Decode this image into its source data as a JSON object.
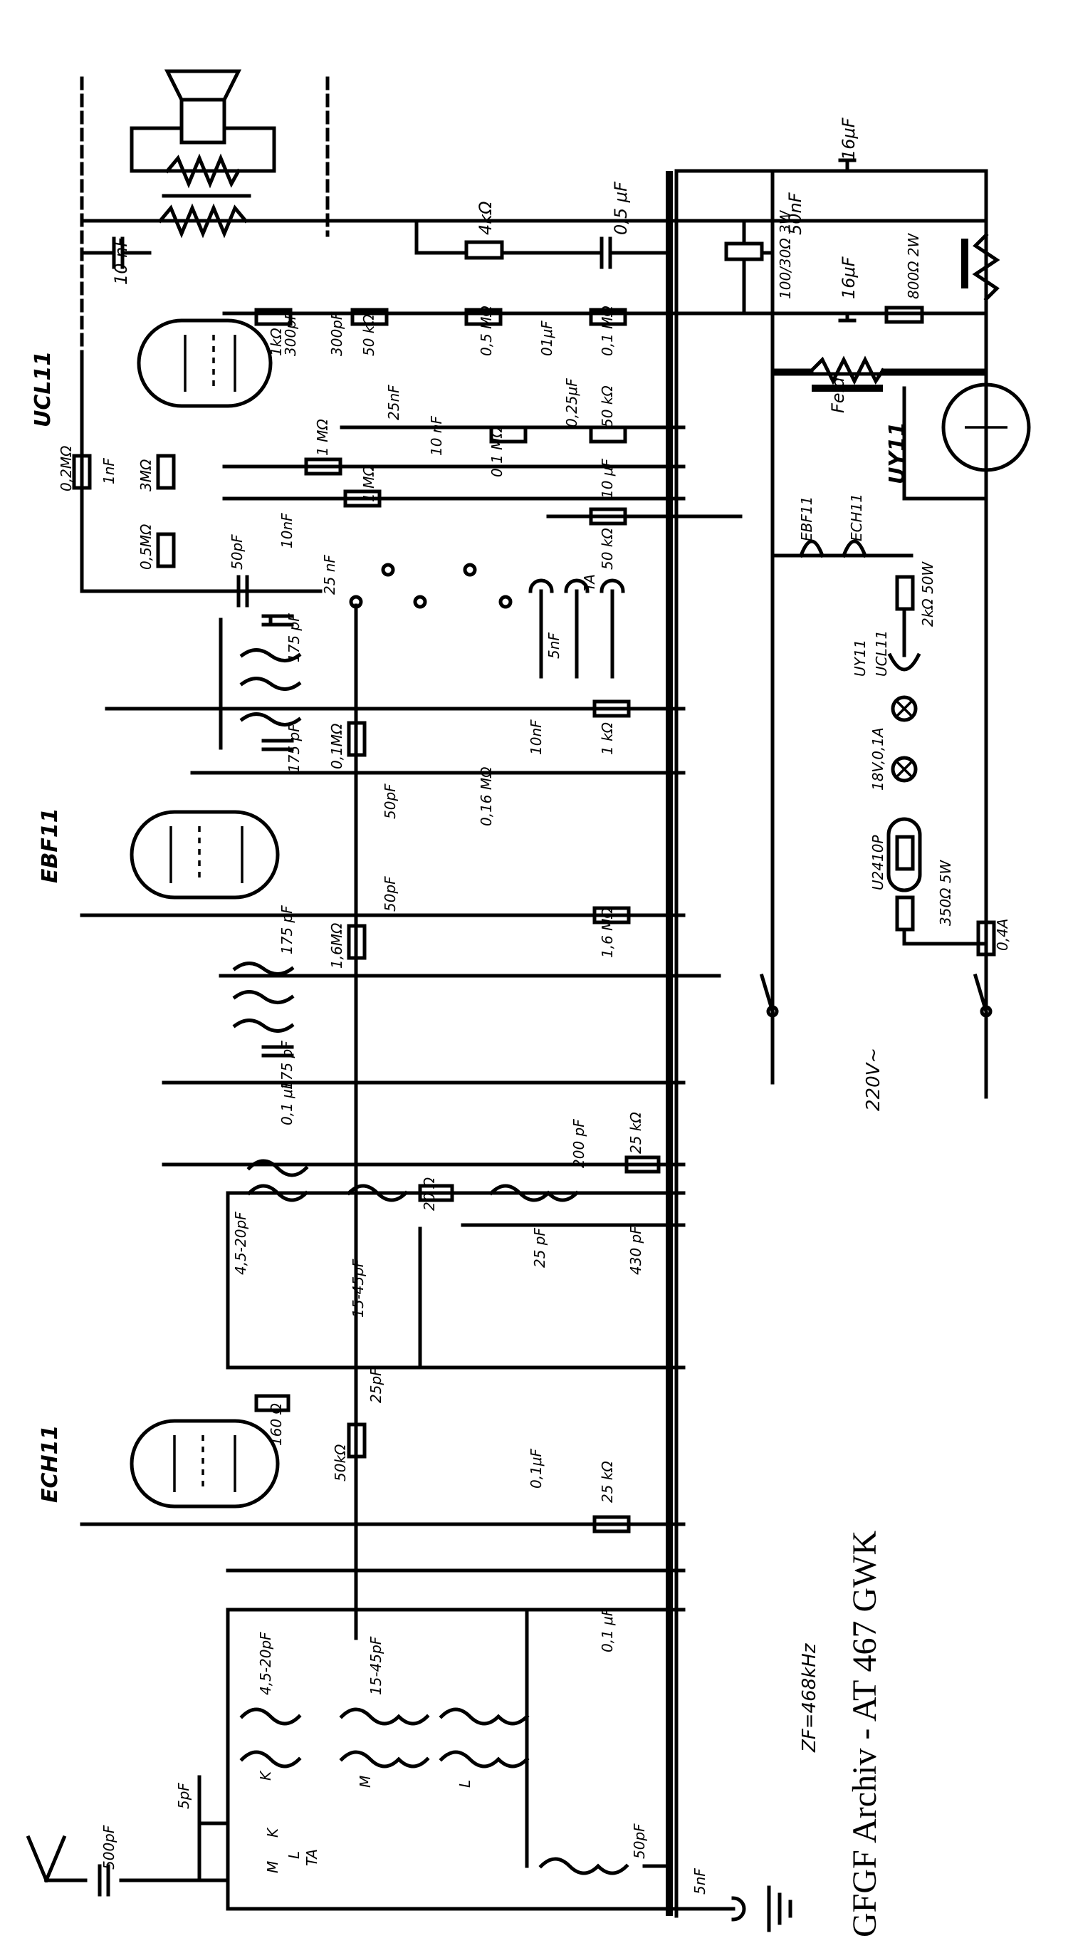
{
  "tubes": {
    "ucl": "UCL11",
    "ebf": "EBF11",
    "ech": "ECH11",
    "uy": "UY11"
  },
  "archive_title": "GFGF Archiv - AT 467 GWK",
  "if_note": "ZF=468kHz",
  "mains_voltage": "220V~",
  "fuse": "0,4A",
  "field_coil": "Feld",
  "heater_chain": [
    "2kΩ 50W",
    "UCL11",
    "UY11",
    "18V,0,1A",
    "U2410P",
    "350Ω 5W"
  ],
  "labels": {
    "c10nf_top": "10 nF",
    "c50nf": "50nF",
    "c16uf_a": "16μF",
    "c16uf_b": "16μF",
    "c05uf": "0,5 μF",
    "r4k": "4kΩ",
    "r100_30": "100/30Ω 3W",
    "r800": "800Ω 2W",
    "r1k": "1kΩ",
    "c300a": "300pF",
    "c300b": "300pF",
    "r50k_a": "50 kΩ",
    "r05m": "0,5 MΩ",
    "c01uf": "01μF",
    "r01m_a": "0,1 MΩ",
    "c25nf": "25nF",
    "c025uf": "0,25μF",
    "r50_b": "50 kΩ",
    "c10nf_b": "10 nF",
    "r01m_b": "0,1 MΩ",
    "c10uf": "10 μF",
    "r1m_a": "1 MΩ",
    "r1m_b": "1 MΩ",
    "c10nf_c": "10nF",
    "r50k_c": "50 kΩ",
    "r02m": "0,2MΩ",
    "c1nf": "1nF",
    "r3m": "3MΩ",
    "r05m_b": "0,5MΩ",
    "c50pf_a": "50pF",
    "c25nf_b": "25 nF",
    "ta": "TA",
    "c5nf": "5nF",
    "c175_a": "175 pF",
    "c175_b": "175 pF",
    "r01m_c": "0,1MΩ",
    "c10nf_d": "10nF",
    "r1k_b": "1 kΩ",
    "c50pf_b": "50pF",
    "r016m": "0,16 MΩ",
    "c50pf_c": "50pF",
    "r16m": "1,6 MΩ",
    "r16m_b": "1,6MΩ",
    "c175_c": "175 pF",
    "c175_d": "175 pF",
    "c01uf_b": "0,1 μF",
    "c200pf": "200 pF",
    "r25k_a": "25 kΩ",
    "r20": "20 Ω",
    "c25pf": "25 pF",
    "c430": "430 pF",
    "c4520_a": "4,5-20pF",
    "c1545_a": "15-45pF",
    "r160": "160 Ω",
    "r50k_d": "50kΩ",
    "c25pf_b": "25pF",
    "c01uf_c": "0,1μF",
    "r25k_b": "25 kΩ",
    "c01uf_d": "0,1 μF",
    "c4520_b": "4,5-20pF",
    "c1545_b": "15-45pF",
    "c5pf": "5pF",
    "c500pf": "500pF",
    "c50pf_d": "50pF",
    "c5nf_b": "5nF",
    "sw_k": "K",
    "sw_m": "M",
    "sw_l": "L",
    "sw_ta": "TA",
    "coil_k": "K",
    "coil_m": "M",
    "coil_l": "L"
  }
}
